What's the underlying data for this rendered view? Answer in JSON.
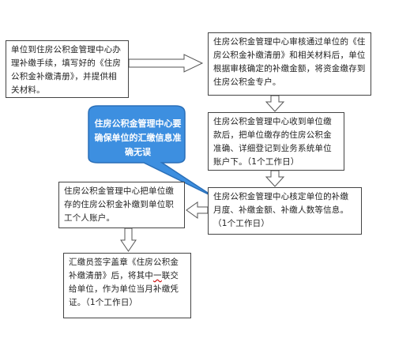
{
  "steps": [
    {
      "id": "step1",
      "text": "单位到住房公积金管理中心办理补缴手续，填写好的《住房公积金补缴清册》，并提供相关材料。"
    },
    {
      "id": "step2",
      "text": "住房公积金管理中心审核通过单位的《住房公积金补缴清册》和相关材料后，单位根据审核确定的补缴金额，将资金缴存到住房公积金专户。"
    },
    {
      "id": "step3",
      "text": "住房公积金管理中心收到单位缴款后，把单位缴存的住房公积金准确、详细登记到业务系统单位账户下。（1个工作日）"
    },
    {
      "id": "step4",
      "text": "住房公积金管理中心核定单位的补缴月度、补缴金额、补缴人数等信息。（1个工作日）"
    },
    {
      "id": "step5",
      "text": "住房公积金管理中心把单位缴存的住房公积金补缴到单位职工个人账户。"
    },
    {
      "id": "step6",
      "text_pre": "汇缴员签字盖章《住房公积金补缴清册》后，将其中",
      "text_marked": "一",
      "text_post": "联交给单位，作为单位当月补缴凭证。（1个工作日）"
    }
  ],
  "callout": {
    "text": "住房公积金管理中心要确保单位的汇缴信息准确无误"
  },
  "colors": {
    "callout_fill": "#3d8fe0",
    "callout_stroke": "#2a6fb8",
    "arrow_stroke": "#555555"
  }
}
